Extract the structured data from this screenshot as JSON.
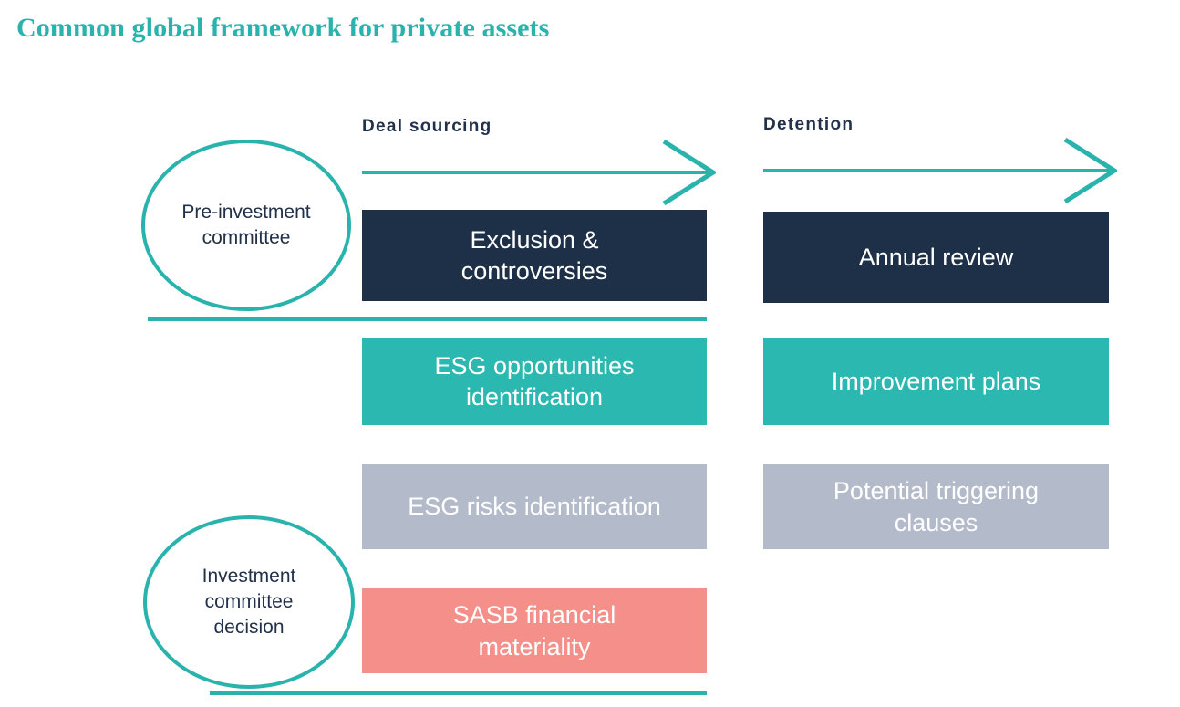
{
  "page": {
    "title": "Common global framework for private assets",
    "background_color": "#ffffff"
  },
  "colors": {
    "accent_teal": "#2ab3ad",
    "navy": "#1e3048",
    "teal_fill": "#2bb8b0",
    "grey_blue": "#b3bac9",
    "salmon": "#f49089",
    "text_navy": "#22314a",
    "text_on_fill": "#ffffff"
  },
  "stages": [
    {
      "name": "pre-investment",
      "label": "Pre-investment\ncommittee"
    },
    {
      "name": "investment-decision",
      "label": "Investment\ncommittee\ndecision"
    }
  ],
  "columns": [
    {
      "name": "deal-sourcing",
      "header": "Deal sourcing",
      "arrow_icon": "right-arrow-icon",
      "boxes": [
        {
          "name": "exclusion-controversies",
          "label": "Exclusion &\ncontroversies",
          "color": "#1e3048"
        },
        {
          "name": "esg-opportunities",
          "label": "ESG opportunities\nidentification",
          "color": "#2bb8b0"
        },
        {
          "name": "esg-risks",
          "label": "ESG risks identification",
          "color": "#b3bac9"
        },
        {
          "name": "sasb-materiality",
          "label": "SASB financial\nmateriality",
          "color": "#f49089"
        }
      ]
    },
    {
      "name": "detention",
      "header": "Detention",
      "arrow_icon": "right-arrow-icon",
      "boxes": [
        {
          "name": "annual-review",
          "label": "Annual review",
          "color": "#1e3048"
        },
        {
          "name": "improvement-plans",
          "label": "Improvement plans",
          "color": "#2bb8b0"
        },
        {
          "name": "potential-triggering-clauses",
          "label": "Potential triggering\nclauses",
          "color": "#b3bac9"
        }
      ]
    }
  ]
}
